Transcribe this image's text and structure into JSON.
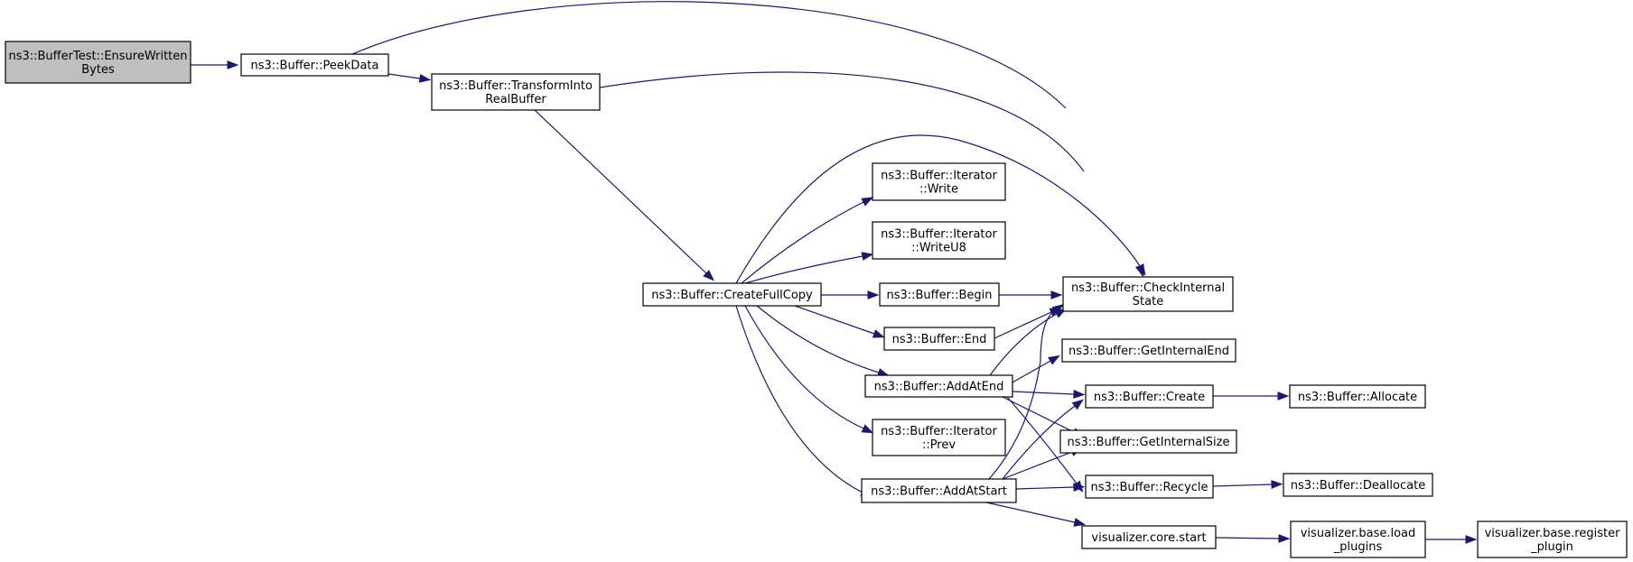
{
  "graph": {
    "edge_color": "#191970",
    "root_fill": "#bfbfbf",
    "nodes": [
      {
        "id": "ensure_written_bytes",
        "lines": [
          "ns3::BufferTest::EnsureWritten",
          "Bytes"
        ],
        "root": true
      },
      {
        "id": "peek_data",
        "lines": [
          "ns3::Buffer::PeekData"
        ]
      },
      {
        "id": "transform_into_real_buffer",
        "lines": [
          "ns3::Buffer::TransformInto",
          "RealBuffer"
        ]
      },
      {
        "id": "check_internal_state",
        "lines": [
          "ns3::Buffer::CheckInternal",
          "State"
        ]
      },
      {
        "id": "create_full_copy",
        "lines": [
          "ns3::Buffer::CreateFullCopy"
        ]
      },
      {
        "id": "iterator_write",
        "lines": [
          "ns3::Buffer::Iterator",
          "::Write"
        ]
      },
      {
        "id": "iterator_write_u8",
        "lines": [
          "ns3::Buffer::Iterator",
          "::WriteU8"
        ]
      },
      {
        "id": "begin",
        "lines": [
          "ns3::Buffer::Begin"
        ]
      },
      {
        "id": "end",
        "lines": [
          "ns3::Buffer::End"
        ]
      },
      {
        "id": "add_at_end",
        "lines": [
          "ns3::Buffer::AddAtEnd"
        ]
      },
      {
        "id": "iterator_prev",
        "lines": [
          "ns3::Buffer::Iterator",
          "::Prev"
        ]
      },
      {
        "id": "add_at_start",
        "lines": [
          "ns3::Buffer::AddAtStart"
        ]
      },
      {
        "id": "get_internal_end",
        "lines": [
          "ns3::Buffer::GetInternalEnd"
        ]
      },
      {
        "id": "create",
        "lines": [
          "ns3::Buffer::Create"
        ]
      },
      {
        "id": "get_internal_size",
        "lines": [
          "ns3::Buffer::GetInternalSize"
        ]
      },
      {
        "id": "recycle",
        "lines": [
          "ns3::Buffer::Recycle"
        ]
      },
      {
        "id": "allocate",
        "lines": [
          "ns3::Buffer::Allocate"
        ]
      },
      {
        "id": "deallocate",
        "lines": [
          "ns3::Buffer::Deallocate"
        ]
      },
      {
        "id": "core_start",
        "lines": [
          "visualizer.core.start"
        ]
      },
      {
        "id": "load_plugins",
        "lines": [
          "visualizer.base.load",
          "_plugins"
        ]
      },
      {
        "id": "register_plugin",
        "lines": [
          "visualizer.base.register",
          "_plugin"
        ]
      }
    ],
    "edges": [
      {
        "from": "ensure_written_bytes",
        "to": "peek_data"
      },
      {
        "from": "peek_data",
        "to": "transform_into_real_buffer"
      },
      {
        "from": "peek_data",
        "to": "check_internal_state"
      },
      {
        "from": "transform_into_real_buffer",
        "to": "check_internal_state"
      },
      {
        "from": "transform_into_real_buffer",
        "to": "create_full_copy"
      },
      {
        "from": "create_full_copy",
        "to": "check_internal_state"
      },
      {
        "from": "create_full_copy",
        "to": "iterator_write"
      },
      {
        "from": "create_full_copy",
        "to": "iterator_write_u8"
      },
      {
        "from": "create_full_copy",
        "to": "begin"
      },
      {
        "from": "create_full_copy",
        "to": "end"
      },
      {
        "from": "create_full_copy",
        "to": "add_at_end"
      },
      {
        "from": "create_full_copy",
        "to": "iterator_prev"
      },
      {
        "from": "create_full_copy",
        "to": "add_at_start"
      },
      {
        "from": "begin",
        "to": "check_internal_state"
      },
      {
        "from": "end",
        "to": "check_internal_state"
      },
      {
        "from": "add_at_end",
        "to": "check_internal_state"
      },
      {
        "from": "add_at_end",
        "to": "get_internal_end"
      },
      {
        "from": "add_at_end",
        "to": "create"
      },
      {
        "from": "add_at_end",
        "to": "get_internal_size"
      },
      {
        "from": "add_at_end",
        "to": "recycle"
      },
      {
        "from": "add_at_start",
        "to": "check_internal_state"
      },
      {
        "from": "add_at_start",
        "to": "create"
      },
      {
        "from": "add_at_start",
        "to": "get_internal_size"
      },
      {
        "from": "add_at_start",
        "to": "recycle"
      },
      {
        "from": "add_at_start",
        "to": "core_start"
      },
      {
        "from": "create",
        "to": "allocate"
      },
      {
        "from": "recycle",
        "to": "deallocate"
      },
      {
        "from": "core_start",
        "to": "load_plugins"
      },
      {
        "from": "load_plugins",
        "to": "register_plugin"
      }
    ]
  }
}
